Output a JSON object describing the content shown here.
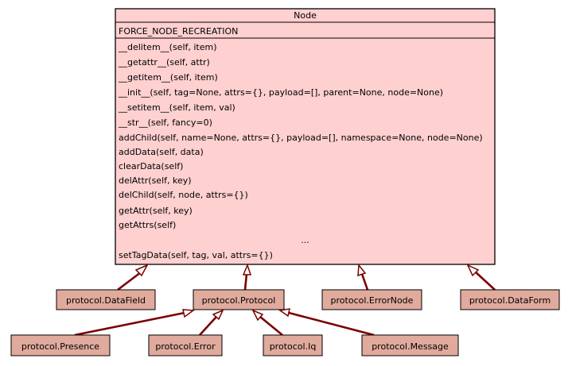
{
  "node_class": {
    "name": "Node",
    "attributes": [
      "FORCE_NODE_RECREATION"
    ],
    "methods": [
      "__delitem__(self, item)",
      "__getattr__(self, attr)",
      "__getitem__(self, item)",
      "__init__(self, tag=None, attrs={}, payload=[], parent=None, node=None)",
      "__setitem__(self, item, val)",
      "__str__(self, fancy=0)",
      "addChild(self, name=None, attrs={}, payload=[], namespace=None, node=None)",
      "addData(self, data)",
      "clearData(self)",
      "delAttr(self, key)",
      "delChild(self, node, attrs={})",
      "getAttr(self, key)",
      "getAttrs(self)",
      "...",
      "setTagData(self, tag, val, attrs={})"
    ]
  },
  "classes": [
    {
      "id": "datafield",
      "label": "protocol.DataField"
    },
    {
      "id": "protocol",
      "label": "protocol.Protocol"
    },
    {
      "id": "errornode",
      "label": "protocol.ErrorNode"
    },
    {
      "id": "dataform",
      "label": "protocol.DataForm"
    },
    {
      "id": "presence",
      "label": "protocol.Presence"
    },
    {
      "id": "error",
      "label": "protocol.Error"
    },
    {
      "id": "iq",
      "label": "protocol.Iq"
    },
    {
      "id": "message",
      "label": "protocol.Message"
    }
  ],
  "inheritance": [
    {
      "child": "datafield",
      "parent": "node"
    },
    {
      "child": "protocol",
      "parent": "node"
    },
    {
      "child": "errornode",
      "parent": "node"
    },
    {
      "child": "dataform",
      "parent": "node"
    },
    {
      "child": "presence",
      "parent": "protocol"
    },
    {
      "child": "error",
      "parent": "protocol"
    },
    {
      "child": "iq",
      "parent": "protocol"
    },
    {
      "child": "message",
      "parent": "protocol"
    }
  ],
  "colors": {
    "base_class_fill": "#ffd0d0",
    "subclass_fill": "#e0aa9d",
    "edge": "#7a0000"
  }
}
